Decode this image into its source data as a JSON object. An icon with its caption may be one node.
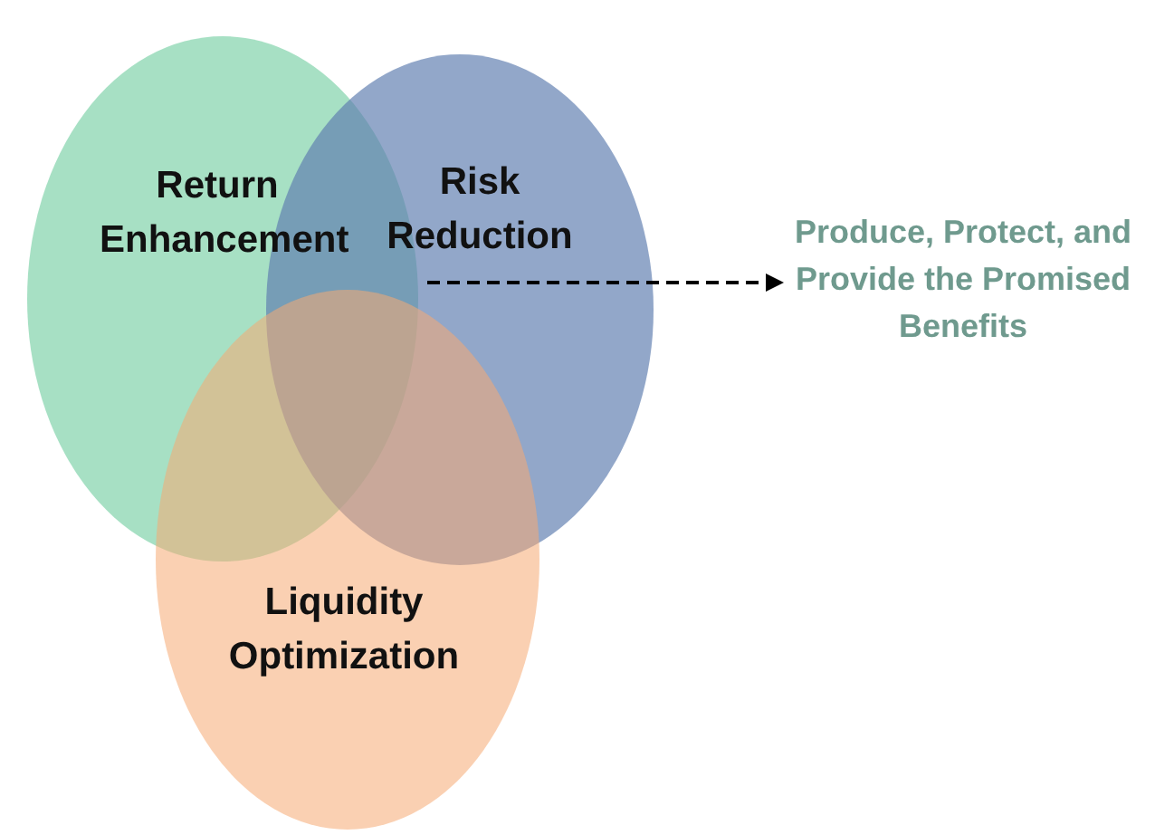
{
  "diagram": {
    "nodes": [
      {
        "text": [
          "Return Enhancement"
        ]
      },
      {
        "text": [
          "Risk Reduction"
        ]
      },
      {
        "text": [
          "Liquidity Optimization"
        ]
      },
      {
        "text": [
          "Produce, Protect, and Provide the Promised Benefits"
        ]
      }
    ],
    "edges": [
      {
        "from": 1,
        "to": 3,
        "arrow": "to",
        "style": "dashed"
      }
    ]
  }
}
